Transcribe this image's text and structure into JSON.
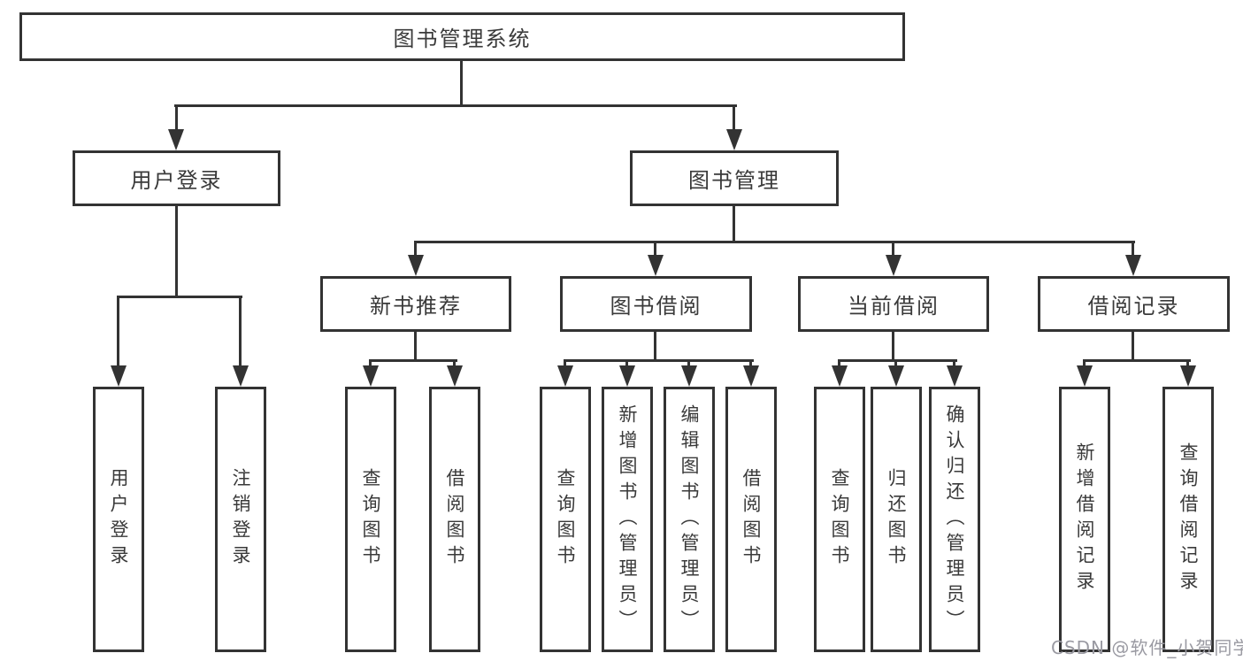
{
  "tree": {
    "label": "图书管理系统",
    "children": [
      {
        "label": "用户登录",
        "children": [
          {
            "label": "用户登录"
          },
          {
            "label": "注销登录"
          }
        ]
      },
      {
        "label": "图书管理",
        "children": [
          {
            "label": "新书推荐",
            "children": [
              {
                "label": "查询图书"
              },
              {
                "label": "借阅图书"
              }
            ]
          },
          {
            "label": "图书借阅",
            "children": [
              {
                "label": "查询图书"
              },
              {
                "label": "新增图书（管理员）"
              },
              {
                "label": "编辑图书（管理员）"
              },
              {
                "label": "借阅图书"
              }
            ]
          },
          {
            "label": "当前借阅",
            "children": [
              {
                "label": "查询图书"
              },
              {
                "label": "归还图书"
              },
              {
                "label": "确认归还（管理员）"
              }
            ]
          },
          {
            "label": "借阅记录",
            "children": [
              {
                "label": "新增借阅记录"
              },
              {
                "label": "查询借阅记录"
              }
            ]
          }
        ]
      }
    ]
  },
  "watermark": {
    "text": "CSDN @软件_小贺同学",
    "color": "#9a9aa2"
  },
  "colors": {
    "line": "#333333",
    "text": "#3a3a3a",
    "background": "#ffffff"
  }
}
